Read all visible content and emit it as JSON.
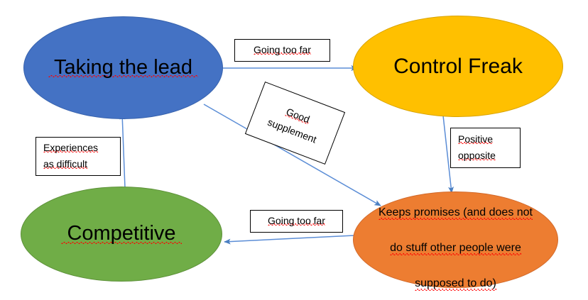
{
  "diagram": {
    "title": "Taking the lead / Control Freak behaviour map",
    "type": "node-link-diagram",
    "background": "#ffffff",
    "nodes": [
      {
        "id": "taking-the-lead",
        "text": "Taking the lead",
        "shape": "ellipse",
        "fill": "#4472C4",
        "border": "#3762AD",
        "text_color": "#000000",
        "spellcheck_underline": true
      },
      {
        "id": "control-freak",
        "text": "Control Freak",
        "shape": "ellipse",
        "fill": "#FFC000",
        "border": "#D9A300",
        "text_color": "#000000",
        "spellcheck_underline": false
      },
      {
        "id": "competitive",
        "text": "Competitive",
        "shape": "ellipse",
        "fill": "#70AD47",
        "border": "#5D9139",
        "text_color": "#000000",
        "spellcheck_underline": true
      },
      {
        "id": "keeps-promises",
        "text": "Keeps promises (and does not do stuff other people were supposed to do)",
        "line1": "Keeps promises (and does not",
        "line2": "do stuff other people were",
        "line3": "supposed to do)",
        "shape": "ellipse",
        "fill": "#ED7D31",
        "border": "#D2692A",
        "text_color": "#000000",
        "spellcheck_underline": true
      }
    ],
    "edges": [
      {
        "id": "lead-to-control",
        "from": "taking-the-lead",
        "to": "control-freak",
        "label": "Going too far",
        "color": "#5B8DD6"
      },
      {
        "id": "lead-to-keeps",
        "from": "taking-the-lead",
        "to": "keeps-promises",
        "label": "Good supplement",
        "label_line1": "Good",
        "label_line2": "supplement",
        "color": "#5B8DD6"
      },
      {
        "id": "control-to-keeps",
        "from": "control-freak",
        "to": "keeps-promises",
        "label": "Positive opposite",
        "label_line1": "Positive",
        "label_line2": "opposite",
        "color": "#5B8DD6"
      },
      {
        "id": "keeps-to-competitive",
        "from": "keeps-promises",
        "to": "competitive",
        "label": "Going too far",
        "color": "#5B8DD6"
      },
      {
        "id": "competitive-to-lead",
        "from": "competitive",
        "to": "taking-the-lead",
        "label": "Experiences as difficult",
        "label_line1": "Experiences",
        "label_line2": "as difficult",
        "color": "#5B8DD6"
      }
    ],
    "labels": {
      "going_too_far_top": "Going too far",
      "going_too_far_bottom": "Going too far",
      "experiences_line1": "Experiences",
      "experiences_line2": "as difficult",
      "positive_line1": "Positive",
      "positive_line2": "opposite",
      "supplement_line1": "Good",
      "supplement_line2": "supplement"
    }
  }
}
